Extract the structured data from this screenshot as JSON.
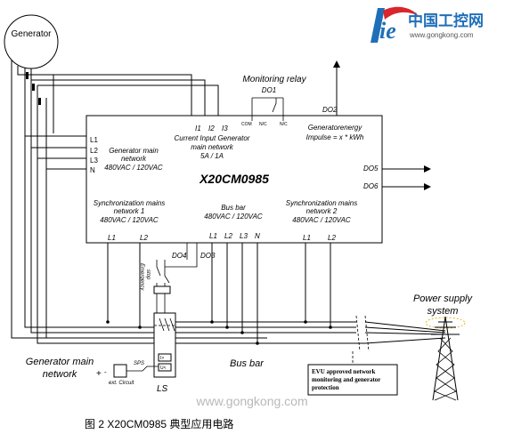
{
  "logo": {
    "letters": "ie",
    "cn_name": "中国工控网",
    "url": "www.gongkong.com"
  },
  "generator": {
    "label": "Generator"
  },
  "monitoring_relay": {
    "title": "Monitoring relay",
    "code": "DO1",
    "contact_com": "COM",
    "contact_nc1": "N/C",
    "contact_nc2": "N/C"
  },
  "module": {
    "name": "X20CM0985",
    "inputs_left": [
      "L1",
      "L2",
      "L3",
      "N"
    ],
    "gen_main_net": [
      "Generator main",
      "network",
      "480VAC / 120VAC"
    ],
    "current_input_terms": [
      "I1",
      "I2",
      "I3"
    ],
    "current_input": [
      "Current Input Generator",
      "main network",
      "5A / 1A"
    ],
    "gen_energy": [
      "Generatorenergy",
      "Impulse = x * kWh"
    ],
    "do2": "DO2",
    "do5": "DO5",
    "do6": "DO6",
    "sync1": [
      "Synchronization mains",
      "network 1",
      "480VAC / 120VAC"
    ],
    "busbar": [
      "Bus bar",
      "480VAC / 120VAC"
    ],
    "sync2": [
      "Synchronization mains",
      "network 2",
      "480VAC / 120VAC"
    ],
    "bottom_terms_left": [
      "L1",
      "L2"
    ],
    "bottom_terms_mid": [
      "L1",
      "L2",
      "L3",
      "N"
    ],
    "bottom_terms_right": [
      "L1",
      "L2"
    ]
  },
  "do3": "DO3",
  "do4": "DO4",
  "emergency_stop": [
    "Emergency",
    "stop"
  ],
  "ls": {
    "label": "LS",
    "i_label": "I>",
    "u_label": "U<"
  },
  "sps": {
    "label": "SPS",
    "ext": "ext. Circuit",
    "plus": "+",
    "minus": "-"
  },
  "generator_main_network": [
    "Generator main",
    "network"
  ],
  "bus_bar": "Bus bar",
  "power_supply": [
    "Power supply",
    "system"
  ],
  "evu_box": [
    "EVU approved network",
    "monitoring and generator",
    "protection"
  ],
  "watermark": "www.gongkong.com",
  "caption": "图 2 X20CM0985 典型应用电路"
}
